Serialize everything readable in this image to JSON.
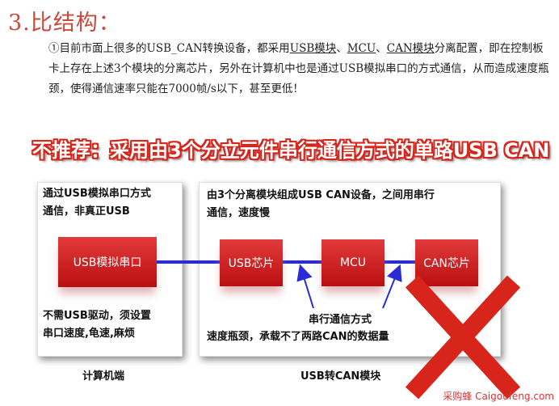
{
  "heading": "3.比结构：",
  "paragraph": {
    "p1": "①目前市面上很多的USB_CAN转换设备，都采用",
    "u1": "USB模块",
    "s1": "、",
    "u2": "MCU",
    "s2": "、",
    "u3": "CAN模块",
    "p2": "分离配置，即在控制板卡上存在上述3个模块的分离芯片，另外在计算机中也是通过USB模拟串口的方式通信，从而造成速度瓶颈，使得通信速率只能在7000帧/s以下，甚至更低！"
  },
  "banner": "不推荐：采用由3个分立元件串行通信方式的单路USB CAN",
  "left_panel": {
    "top_line1": "通过USB模拟串口方式",
    "top_line2": "通信，非真正USB",
    "box": "USB模拟串口",
    "bottom_line1": "不需USB驱动，须设置",
    "bottom_line2": "串口速度,龟速,麻烦",
    "caption": "计算机端"
  },
  "right_panel": {
    "top_line1": "由3个分离模块组成USB CAN设备，之间用串行",
    "top_line2": "通信，速度慢",
    "box_usb": "USB芯片",
    "box_mcu": "MCU",
    "box_can": "CAN芯片",
    "note_line1": "串行通信方式",
    "note_line2": "速度瓶颈，承载不了两路CAN的数据量",
    "caption": "USB转CAN模块"
  },
  "watermark": "采购蜂 Caigoufeng.com",
  "colors": {
    "red": "#d8251b",
    "blue": "#2b2bd6",
    "title": "#c94a3c"
  }
}
